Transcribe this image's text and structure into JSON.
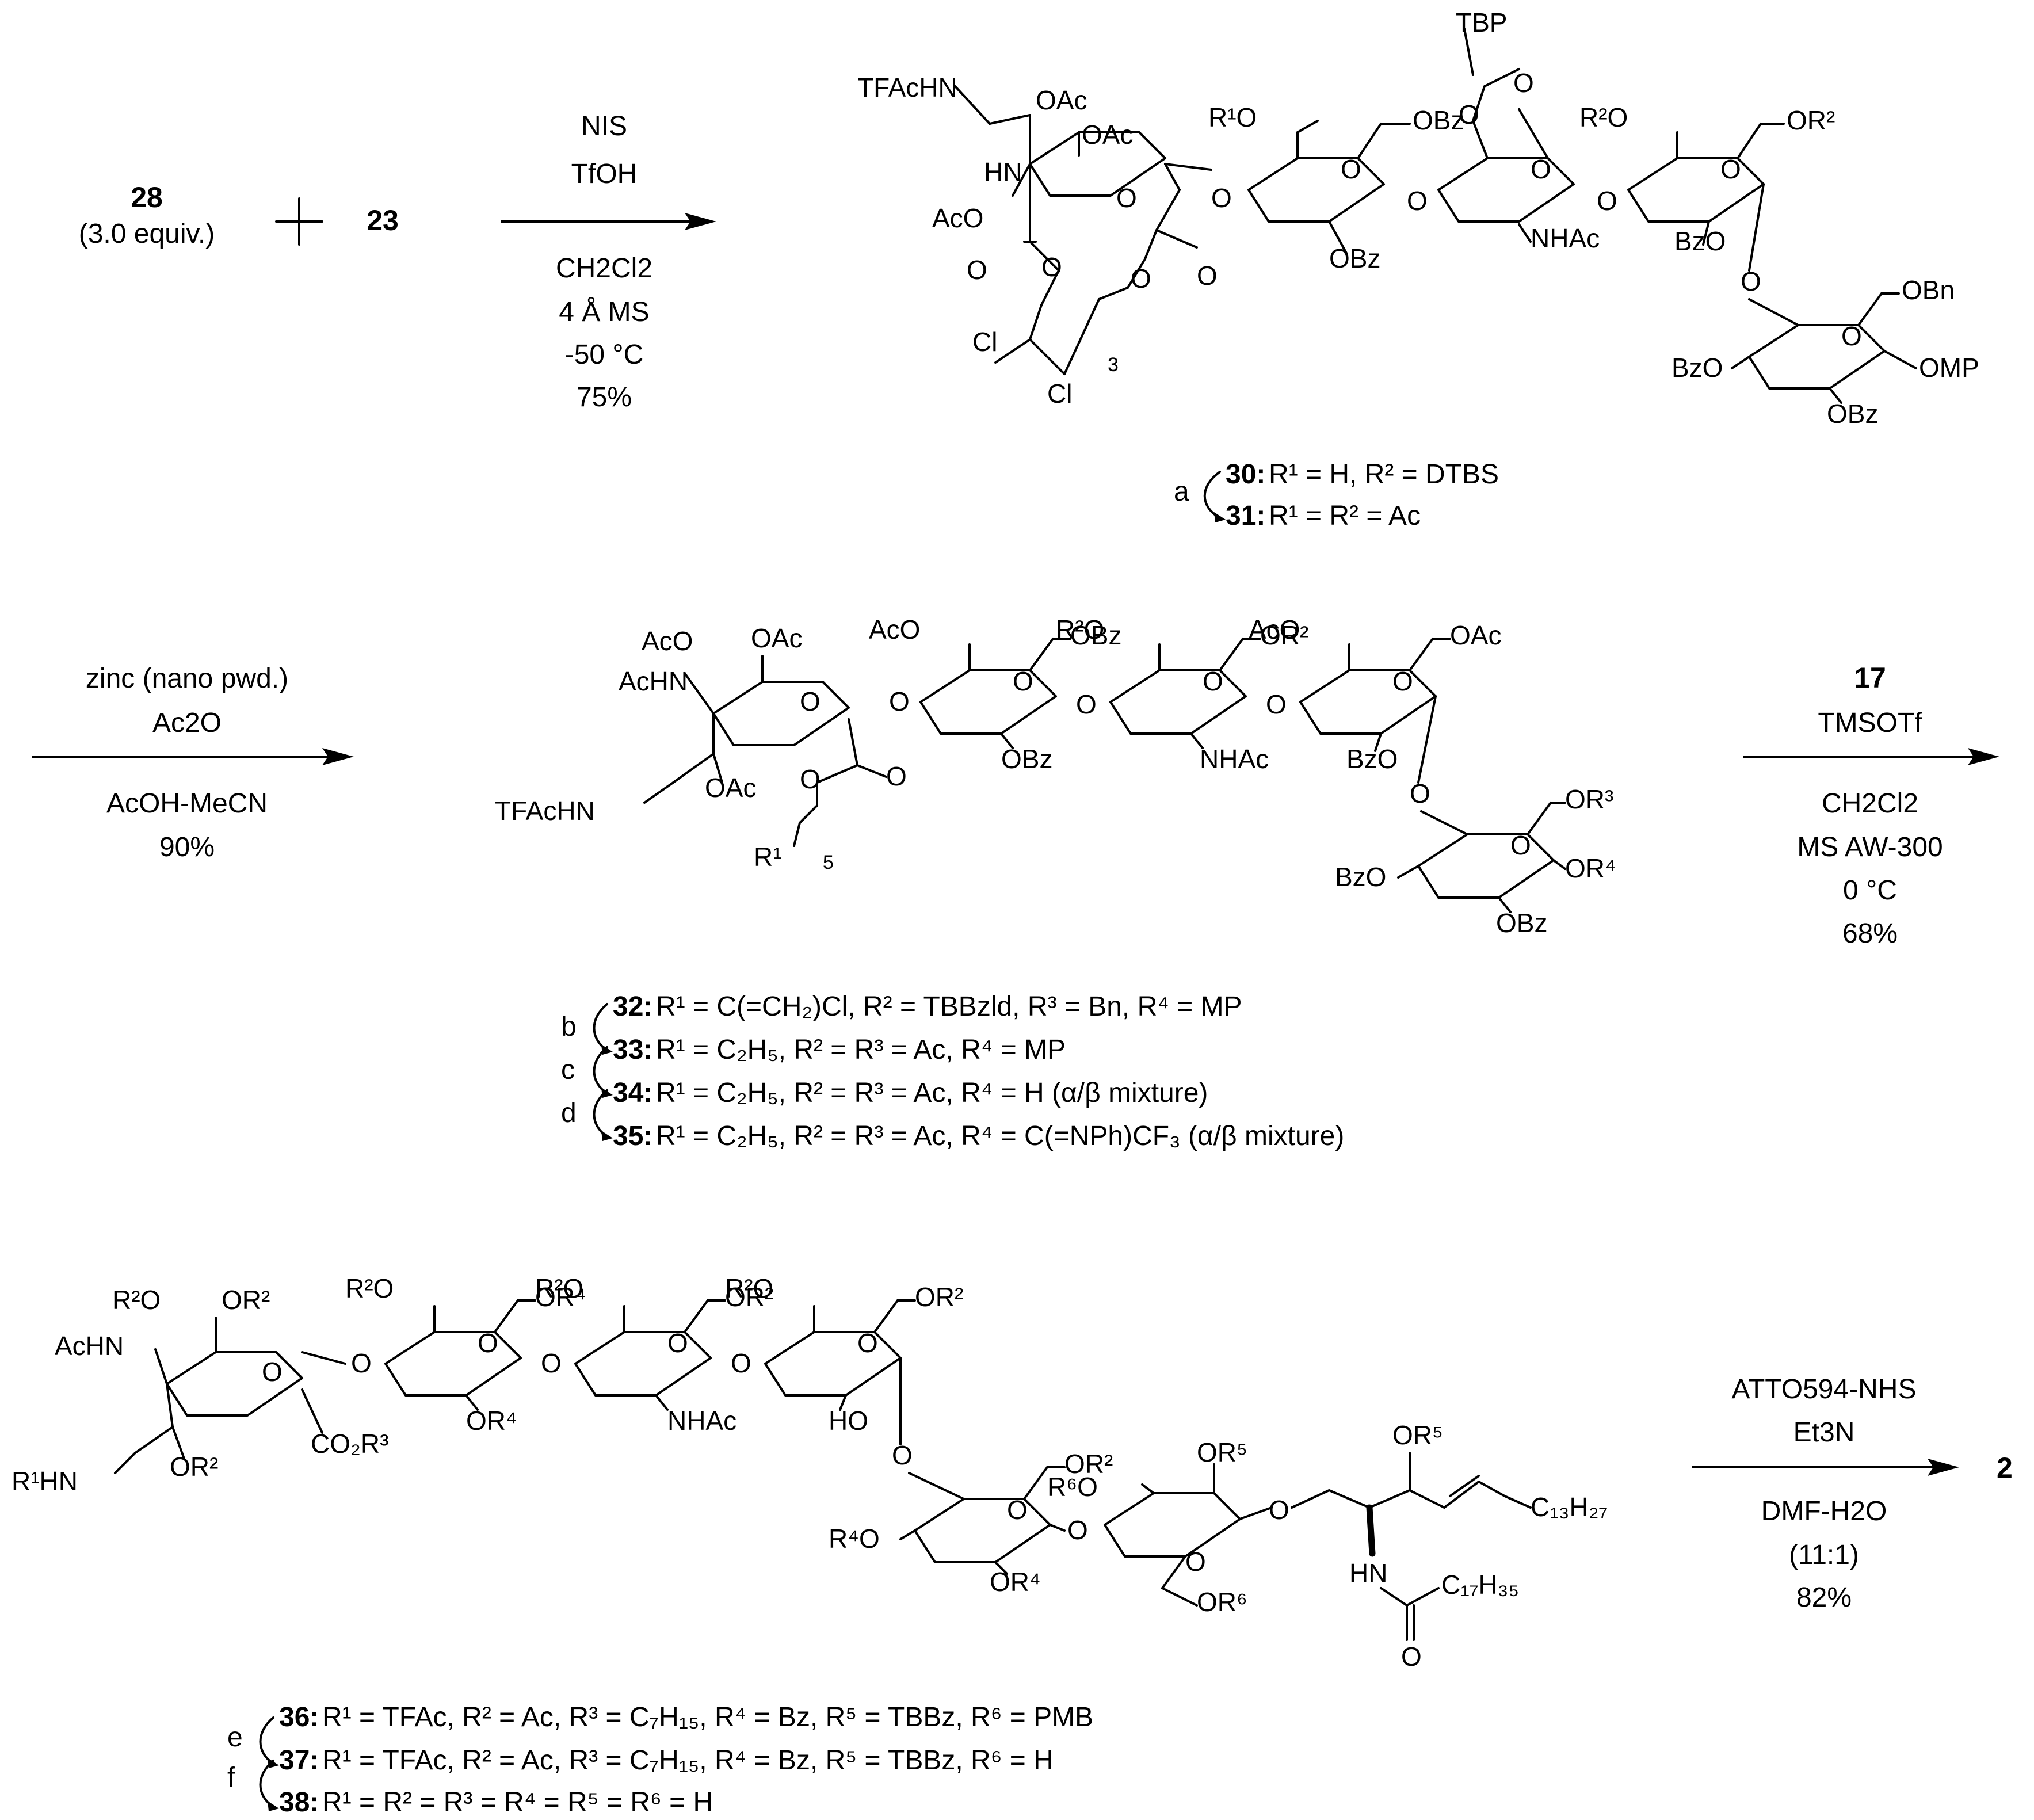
{
  "step1": {
    "reagentA": "28",
    "reagentA_note": "(3.0 equiv.)",
    "reagentB": "23",
    "plus": "+",
    "above": [
      "NIS",
      "TfOH"
    ],
    "below": [
      "CH2Cl2",
      "4 Å MS",
      "-50 °C",
      "75%"
    ]
  },
  "s1": {
    "TFAcHN": "TFAcHN",
    "OAc1": "OAc",
    "OAc2": "OAc",
    "HN": "HN",
    "AcO": "AcO",
    "O_ring": "O",
    "O_gly1": "O",
    "O_est1": "O",
    "O_est2": "O",
    "O_c1": "O",
    "O_c2": "O",
    "Cl1": "Cl",
    "Cl2": "Cl",
    "n3": "3",
    "TBP": "TBP",
    "O_a": "O",
    "O_b": "O",
    "R1O": "R¹O",
    "OBz1": "OBz",
    "O_r2": "O",
    "OBz2": "OBz",
    "O_gly2": "O",
    "O_r3": "O",
    "NHAc": "NHAc",
    "O_gly3": "O",
    "R2O": "R²O",
    "OR2": "OR²",
    "O_r4": "O",
    "BzO1": "BzO",
    "O_gly4": "O",
    "OBn": "OBn",
    "O_r5": "O",
    "BzO2": "BzO",
    "OMP": "OMP",
    "OBz3": "OBz"
  },
  "legend1": {
    "a": "a",
    "c30": "30:",
    "c30_text": "R¹ = H, R² = DTBS",
    "c31": "31:",
    "c31_text": "R¹ = R² = Ac"
  },
  "step2": {
    "above": [
      "zinc (nano pwd.)",
      "Ac2O"
    ],
    "below": [
      "AcOH-MeCN",
      "90%"
    ]
  },
  "s2": {
    "AcO1": "AcO",
    "OAc1": "OAc",
    "AcHN": "AcHN",
    "O_ring": "O",
    "O_gly1": "O",
    "TFAcHN": "TFAcHN",
    "OAc2": "OAc",
    "O_est1": "O",
    "O_est2": "O",
    "R1": "R¹",
    "n5": "5",
    "AcO2": "AcO",
    "OBz1": "OBz",
    "O_r2": "O",
    "OBz2": "OBz",
    "O_gly2": "O",
    "R2O": "R²O",
    "OR2": "OR²",
    "O_r3": "O",
    "NHAc": "NHAc",
    "O_gly3": "O",
    "AcO3": "AcO",
    "OAc3": "OAc",
    "O_r4": "O",
    "BzO1": "BzO",
    "O_gly4": "O",
    "OR3": "OR³",
    "O_r5": "O",
    "BzO2": "BzO",
    "OR4": "OR⁴",
    "OBz3": "OBz"
  },
  "step3": {
    "above": [
      "17",
      "TMSOTf"
    ],
    "below": [
      "CH2Cl2",
      "MS AW-300",
      "0 °C",
      "68%"
    ]
  },
  "legend2": {
    "b": "b",
    "c": "c",
    "d": "d",
    "c32": "32:",
    "c32_text": "R¹ = C(=CH₂)Cl, R² =  TBBzld, R³ = Bn, R⁴ = MP",
    "c33": "33:",
    "c33_text": "R¹ = C₂H₅, R² = R³ = Ac, R⁴ = MP",
    "c34": "34:",
    "c34_text": "R¹ = C₂H₅, R² = R³ = Ac, R⁴ = H (α/β mixture)",
    "c35": "35:",
    "c35_text": "R¹ = C₂H₅, R² = R³ = Ac, R⁴ = C(=NPh)CF₃ (α/β mixture)"
  },
  "s3": {
    "R2O1": "R²O",
    "OR2a": "OR²",
    "AcHN": "AcHN",
    "O_ring": "O",
    "O_gly1": "O",
    "R1HN": "R¹HN",
    "OR2b": "OR²",
    "CO2R3": "CO₂R³",
    "R2O2": "R²O",
    "OR4a": "OR⁴",
    "O_r2": "O",
    "OR4b": "OR⁴",
    "O_gly2": "O",
    "R2O3": "R²O",
    "OR2c": "OR²",
    "O_r3": "O",
    "NHAc": "NHAc",
    "O_gly3": "O",
    "R2O4": "R²O",
    "OR2d": "OR²",
    "O_r4": "O",
    "HO": "HO",
    "O_gly4": "O",
    "OR2e": "OR²",
    "O_r5": "O",
    "R4O": "R⁴O",
    "OR4c": "OR⁴",
    "O_gly5": "O",
    "R6O": "R⁶O",
    "OR5a": "OR⁵",
    "O_r6": "O",
    "OR6": "OR⁶",
    "O_gly6": "O",
    "OR5b": "OR⁵",
    "C13H27": "C₁₃H₂₇",
    "HN": "HN",
    "C17H35": "C₁₇H₃₅",
    "O_am": "O"
  },
  "step4": {
    "above": [
      "ATTO594-NHS",
      "Et3N"
    ],
    "below": [
      "DMF-H2O",
      "(11:1)",
      "82%"
    ],
    "product": "2"
  },
  "legend3": {
    "e": "e",
    "f": "f",
    "c36": "36:",
    "c36_text": "R¹ = TFAc, R² = Ac, R³ = C₇H₁₅, R⁴ = Bz, R⁵ = TBBz, R⁶ = PMB",
    "c37": "37:",
    "c37_text": "R¹ = TFAc, R² = Ac, R³ = C₇H₁₅, R⁴ = Bz, R⁵ = TBBz, R⁶ = H",
    "c38": "38:",
    "c38_text": "R¹ = R² = R³ = R⁴ = R⁵ = R⁶ = H"
  }
}
